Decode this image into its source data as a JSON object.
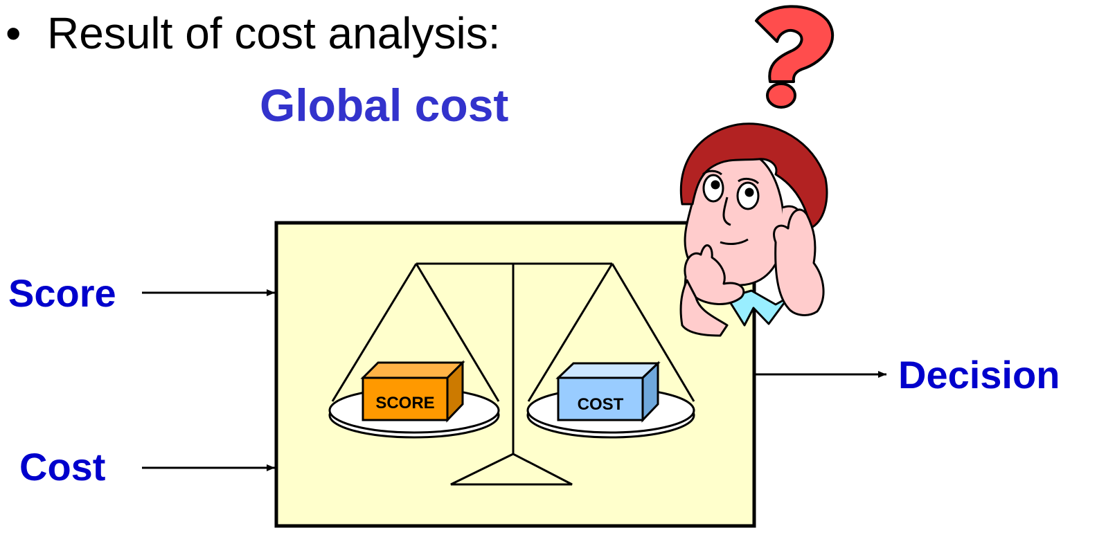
{
  "bullet": {
    "symbol": "•",
    "text": "Result of cost analysis:"
  },
  "subtitle": "Global cost",
  "inputs": {
    "score": "Score",
    "cost": "Cost"
  },
  "output": "Decision",
  "boxes": {
    "left": "SCORE",
    "right": "COST"
  },
  "colors": {
    "panel": "#ffffcc",
    "label_blue": "#0000cc",
    "subtitle_blue": "#3333cc",
    "score_box": "#ff9900",
    "cost_box": "#99ccff",
    "question_mark": "#ff4d4d"
  }
}
